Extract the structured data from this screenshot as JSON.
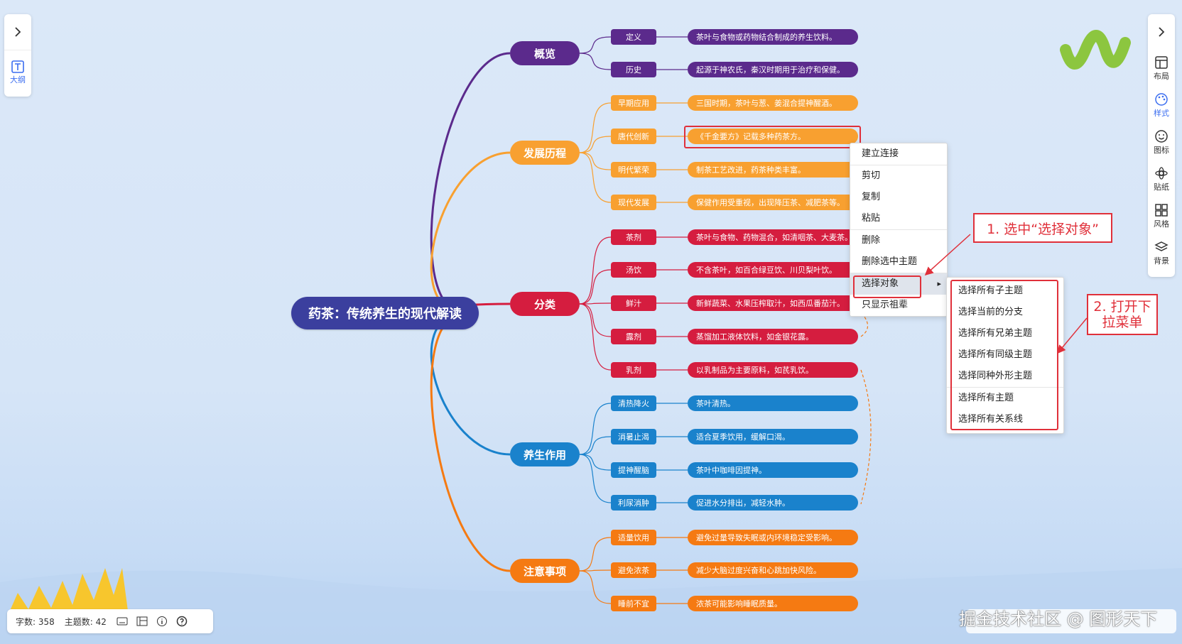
{
  "root": {
    "label": "药茶：传统养生的现代解读"
  },
  "branches": [
    {
      "label": "概览",
      "color": "#5b2a8c",
      "children": [
        {
          "label": "定义",
          "text": "茶叶与食物或药物结合制成的养生饮料。"
        },
        {
          "label": "历史",
          "text": "起源于神农氏，秦汉时期用于治疗和保健。"
        }
      ]
    },
    {
      "label": "发展历程",
      "color": "#f8a030",
      "children": [
        {
          "label": "早期应用",
          "text": "三国时期，茶叶与葱、姜混合提神醒酒。"
        },
        {
          "label": "唐代创新",
          "text": "《千金要方》记载多种药茶方。"
        },
        {
          "label": "明代繁荣",
          "text": "制茶工艺改进，药茶种类丰富。"
        },
        {
          "label": "现代发展",
          "text": "保健作用受重视，出现降压茶、减肥茶等。"
        }
      ]
    },
    {
      "label": "分类",
      "color": "#d51d3f",
      "children": [
        {
          "label": "茶剂",
          "text": "茶叶与食物、药物混合，如清咽茶、大麦茶。"
        },
        {
          "label": "汤饮",
          "text": "不含茶叶，如百合绿豆饮、川贝梨叶饮。"
        },
        {
          "label": "鲜汁",
          "text": "新鲜蔬菜、水果压榨取汁，如西瓜番茄汁。"
        },
        {
          "label": "露剂",
          "text": "蒸馏加工液体饮料，如金银花露。"
        },
        {
          "label": "乳剂",
          "text": "以乳制品为主要原料，如芪乳饮。"
        }
      ]
    },
    {
      "label": "养生作用",
      "color": "#1a82cc",
      "children": [
        {
          "label": "清热降火",
          "text": "茶叶清热。"
        },
        {
          "label": "消暑止渴",
          "text": "适合夏季饮用，缓解口渴。"
        },
        {
          "label": "提神醒脑",
          "text": "茶叶中咖啡因提神。"
        },
        {
          "label": "利尿消肿",
          "text": "促进水分排出，减轻水肿。"
        }
      ]
    },
    {
      "label": "注意事项",
      "color": "#f57a12",
      "children": [
        {
          "label": "适量饮用",
          "text": "避免过量导致失眠或内环境稳定受影响。"
        },
        {
          "label": "避免浓茶",
          "text": "减少大脑过度兴奋和心跳加快风险。"
        },
        {
          "label": "睡前不宜",
          "text": "浓茶可能影响睡眠质量。"
        }
      ]
    }
  ],
  "left_panel": {
    "outline_label": "大纲"
  },
  "right_panel": {
    "items": [
      {
        "label": "布局",
        "icon": "layout-icon"
      },
      {
        "label": "样式",
        "icon": "palette-icon"
      },
      {
        "label": "图标",
        "icon": "smiley-icon"
      },
      {
        "label": "贴纸",
        "icon": "sticker-icon"
      },
      {
        "label": "风格",
        "icon": "grid-icon"
      },
      {
        "label": "背景",
        "icon": "layers-icon"
      }
    ]
  },
  "context_menu": {
    "items": [
      "建立连接",
      "剪切",
      "复制",
      "粘贴",
      "删除",
      "删除选中主题",
      "选择对象",
      "只显示祖辈"
    ],
    "highlighted": "选择对象"
  },
  "submenu": {
    "items": [
      "选择所有子主题",
      "选择当前的分支",
      "选择所有兄弟主题",
      "选择所有同级主题",
      "选择同种外形主题",
      "选择所有主题",
      "选择所有关系线"
    ]
  },
  "annotations": {
    "step1": "1. 选中“选择对象”",
    "step2_line1": "2. 打开下",
    "step2_line2": "拉菜单"
  },
  "status": {
    "word_count": "字数: 358",
    "topic_count": "主题数: 42"
  },
  "watermark": "掘金技术社区 @ 图形天下"
}
